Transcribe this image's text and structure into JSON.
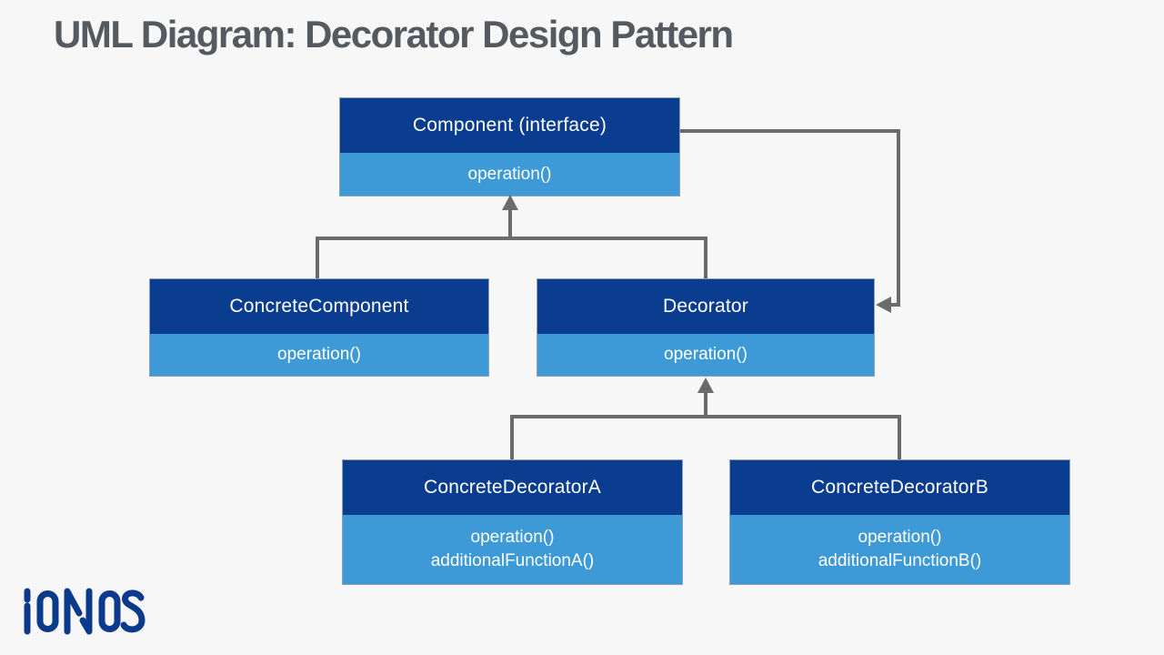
{
  "title": "UML Diagram: Decorator Design Pattern",
  "logo": {
    "text": "IONOS"
  },
  "colors": {
    "background": "#f7f7f7",
    "class_header": "#0a3d8f",
    "class_body": "#3d9ad6",
    "class_text": "#ffffff",
    "connector": "#6b6b6b",
    "title_text": "#545a5f",
    "logo_blue": "#0b3a8c"
  },
  "diagram": {
    "classes": [
      {
        "id": "component",
        "name": "Component (interface)",
        "members": [
          "operation()"
        ]
      },
      {
        "id": "concrete-component",
        "name": "ConcreteComponent",
        "members": [
          "operation()"
        ]
      },
      {
        "id": "decorator",
        "name": "Decorator",
        "members": [
          "operation()"
        ]
      },
      {
        "id": "concrete-decorator-a",
        "name": "ConcreteDecoratorA",
        "members": [
          "operation()",
          "additionalFunctionA()"
        ]
      },
      {
        "id": "concrete-decorator-b",
        "name": "ConcreteDecoratorB",
        "members": [
          "operation()",
          "additionalFunctionB()"
        ]
      }
    ],
    "relationships": [
      {
        "type": "generalization",
        "from": "ConcreteComponent",
        "to": "Component (interface)"
      },
      {
        "type": "generalization",
        "from": "Decorator",
        "to": "Component (interface)"
      },
      {
        "type": "generalization",
        "from": "ConcreteDecoratorA",
        "to": "Decorator"
      },
      {
        "type": "generalization",
        "from": "ConcreteDecoratorB",
        "to": "Decorator"
      },
      {
        "type": "association",
        "from": "Component (interface)",
        "to": "Decorator"
      }
    ]
  }
}
